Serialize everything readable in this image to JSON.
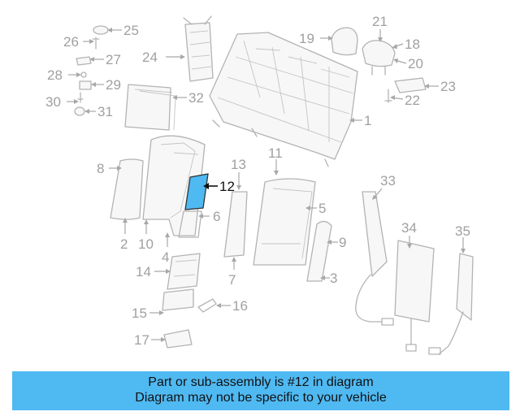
{
  "diagram": {
    "highlighted_part": "12",
    "colors": {
      "highlight_fill": "#4fb9f2",
      "part_stroke": "#b3b3b3",
      "label": "#a0a0a0",
      "banner": "#4fb9f2"
    },
    "callouts": [
      "1",
      "2",
      "3",
      "4",
      "5",
      "6",
      "7",
      "8",
      "9",
      "10",
      "11",
      "12",
      "13",
      "14",
      "15",
      "16",
      "17",
      "18",
      "19",
      "20",
      "21",
      "22",
      "23",
      "24",
      "25",
      "26",
      "27",
      "28",
      "29",
      "30",
      "31",
      "32",
      "33",
      "34",
      "35"
    ]
  },
  "banner": {
    "line1": "Part or sub-assembly is #12 in diagram",
    "line2": "Diagram may not be specific to your vehicle"
  }
}
